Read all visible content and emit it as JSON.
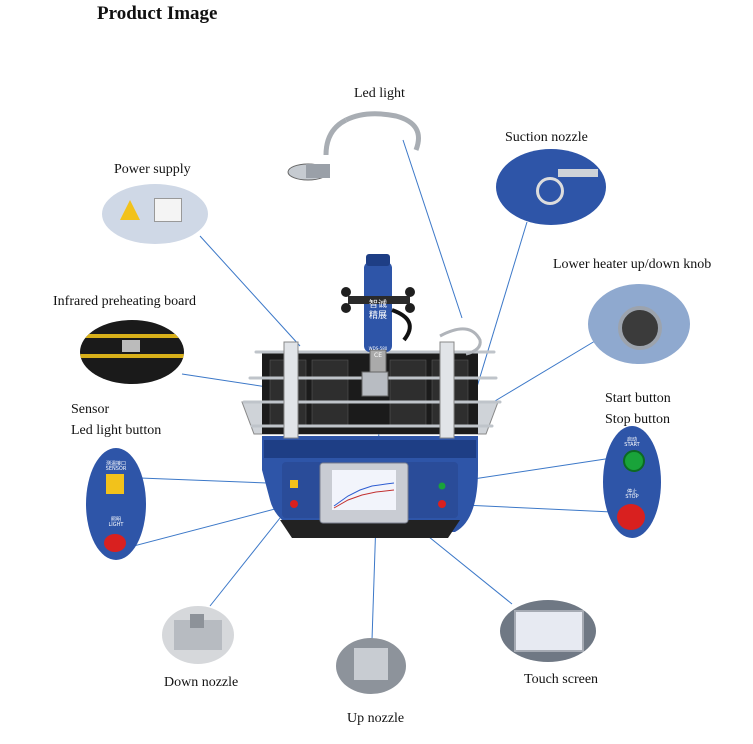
{
  "page": {
    "title": "Product Image"
  },
  "callouts": {
    "led_light": "Led light",
    "suction_nozzle": "Suction nozzle",
    "power_supply": "Power supply",
    "lower_heater_knob": "Lower heater up/down knob",
    "infrared_board": "Infrared preheating board",
    "sensor": "Sensor",
    "led_light_button": "Led light button",
    "start_button": "Start button",
    "stop_button": "Stop button",
    "down_nozzle": "Down nozzle",
    "touch_screen": "Touch screen",
    "up_nozzle": "Up nozzle"
  },
  "machine": {
    "head_text": "智诚精展",
    "head_model": "WDS-580",
    "ce_mark": "CE"
  },
  "panel_text": {
    "sensor_cn": "测温接口",
    "sensor_en": "SENSOR",
    "light_cn": "照明",
    "light_en": "LIGHT",
    "start_cn": "启动",
    "start_en": "START",
    "stop_cn": "停止",
    "stop_en": "STOP"
  },
  "colors": {
    "machine_blue": "#2e55a8",
    "frame_black": "#1b1b1b",
    "leader_line": "#3c78c8",
    "button_red": "#d9201f",
    "button_green": "#19a33a",
    "sensor_yellow": "#f2c21b"
  }
}
